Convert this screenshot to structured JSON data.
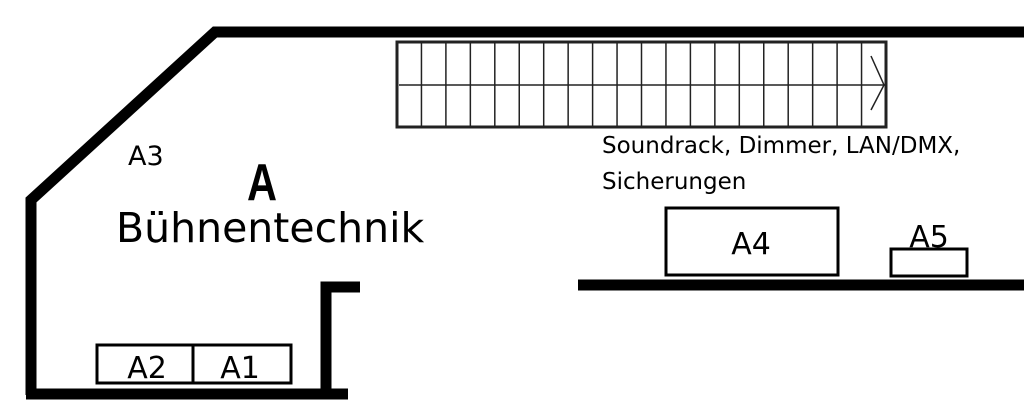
{
  "room": {
    "letter": "A",
    "name": "Bühnentechnik",
    "note_line1": "Soundrack, Dimmer, LAN/DMX,",
    "note_line2": "Sicherungen"
  },
  "locations": {
    "a1": "A1",
    "a2": "A2",
    "a3": "A3",
    "a4": "A4",
    "a5": "A5"
  },
  "stairs": {
    "treads": 20
  },
  "colors": {
    "wall": "#000000",
    "background": "#ffffff"
  }
}
